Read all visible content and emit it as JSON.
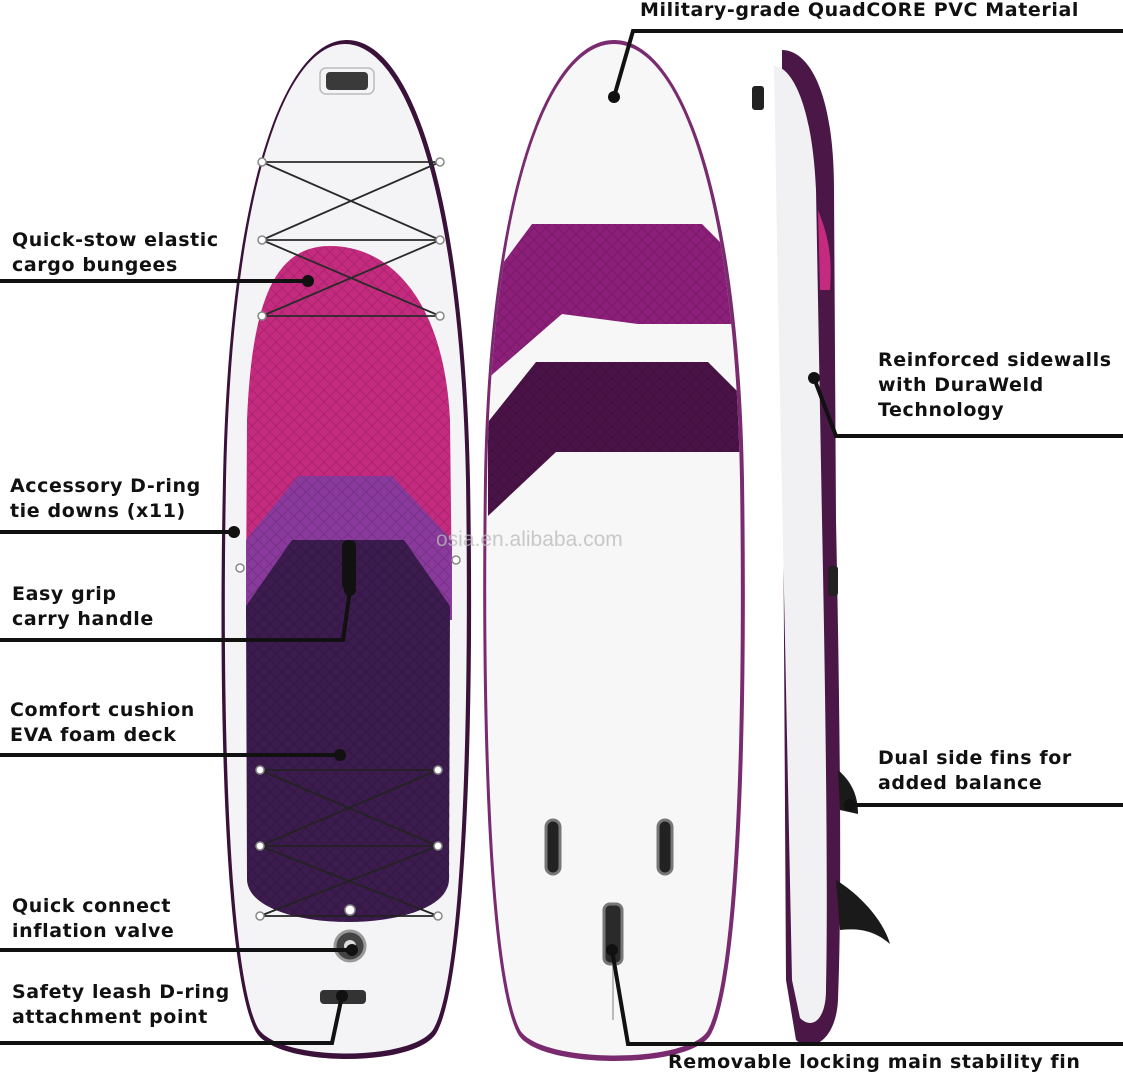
{
  "callouts": {
    "material": "Military-grade QuadCORE PVC Material",
    "bungees": [
      "Quick-stow elastic",
      "cargo bungees"
    ],
    "sidewalls": [
      "Reinforced sidewalls",
      "with DuraWeld",
      "Technology"
    ],
    "d_ring": [
      "Accessory D-ring",
      "tie downs (x11)"
    ],
    "grip": [
      "Easy grip",
      "carry handle"
    ],
    "deck": [
      "Comfort cushion",
      "EVA foam deck"
    ],
    "side_fins": [
      "Dual side fins for",
      "added balance"
    ],
    "valve": [
      "Quick connect",
      "inflation valve"
    ],
    "leash": [
      "Safety leash D-ring",
      "attachment point"
    ],
    "main_fin": "Removable locking main stability fin"
  },
  "watermark": "osia.en.alibaba.com",
  "colors": {
    "deck_pink": "#c42a7e",
    "deck_violet": "#8a3a9c",
    "deck_dark": "#3c1b4e",
    "rail_purple": "#4a1747",
    "board_white": "#f4f4f6",
    "text": "#111111"
  }
}
